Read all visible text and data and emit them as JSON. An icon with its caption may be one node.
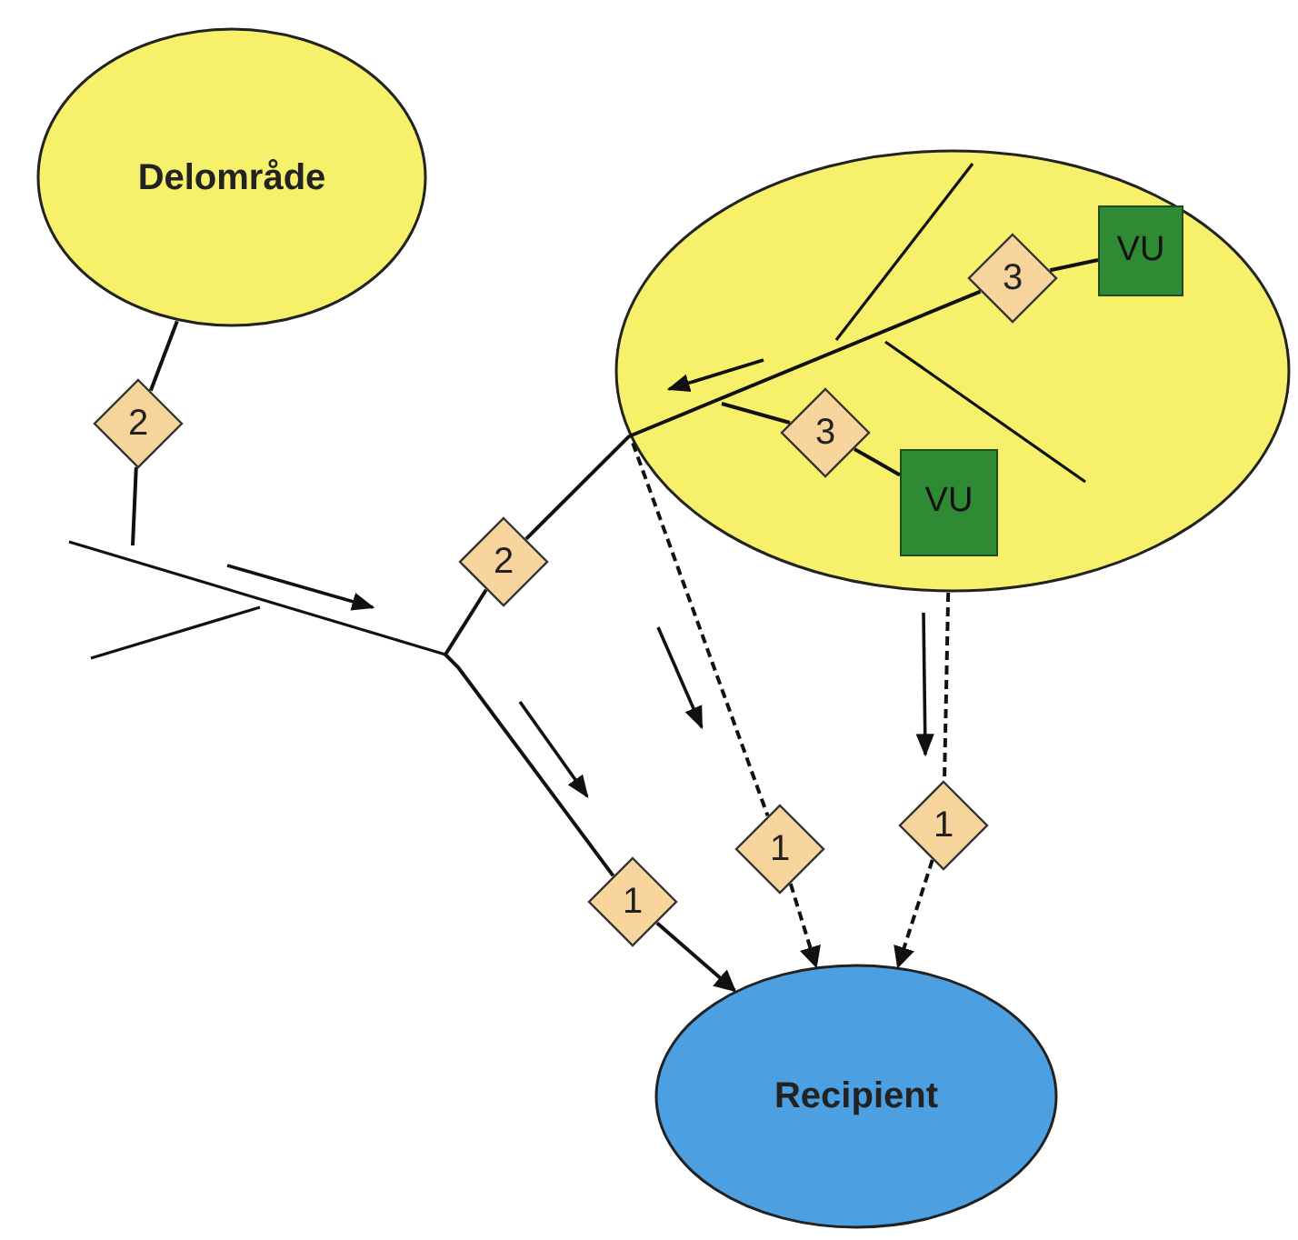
{
  "diagram": {
    "nodes": [
      {
        "text": [
          "Delområde"
        ]
      },
      {
        "text": [],
        "shape": "ellipse"
      },
      {
        "text": [
          "VU"
        ],
        "in": 1
      },
      {
        "text": [
          "VU"
        ],
        "in": 1
      },
      {
        "text": [
          "3"
        ],
        "in": 1
      },
      {
        "text": [
          "3"
        ],
        "in": 1
      },
      {
        "text": [
          "2"
        ]
      },
      {
        "text": [
          "2"
        ]
      },
      {
        "text": [
          "1"
        ]
      },
      {
        "text": [
          "1"
        ]
      },
      {
        "text": [
          "1"
        ]
      },
      {
        "text": [
          "Recipient"
        ]
      }
    ],
    "edges": [
      {
        "from": 0,
        "to": 6,
        "arrow": "none"
      },
      {
        "from": 6,
        "to": null,
        "arrow": "none"
      },
      {
        "from": 1,
        "to": 7,
        "arrow": "none"
      },
      {
        "from": 7,
        "to": 8,
        "arrow": "none"
      },
      {
        "from": 8,
        "to": 11,
        "arrow": "to"
      },
      {
        "from": 1,
        "to": 9,
        "arrow": "none",
        "style": "dashed"
      },
      {
        "from": 9,
        "to": 11,
        "arrow": "to",
        "style": "dashed"
      },
      {
        "from": 1,
        "to": 10,
        "arrow": "none",
        "style": "dashed"
      },
      {
        "from": 10,
        "to": 11,
        "arrow": "to",
        "style": "dashed"
      },
      {
        "from": 2,
        "to": 4,
        "arrow": "none"
      },
      {
        "from": 4,
        "to": null,
        "arrow": "none"
      },
      {
        "from": 3,
        "to": 5,
        "arrow": "none"
      },
      {
        "from": 5,
        "to": null,
        "arrow": "none"
      }
    ]
  }
}
